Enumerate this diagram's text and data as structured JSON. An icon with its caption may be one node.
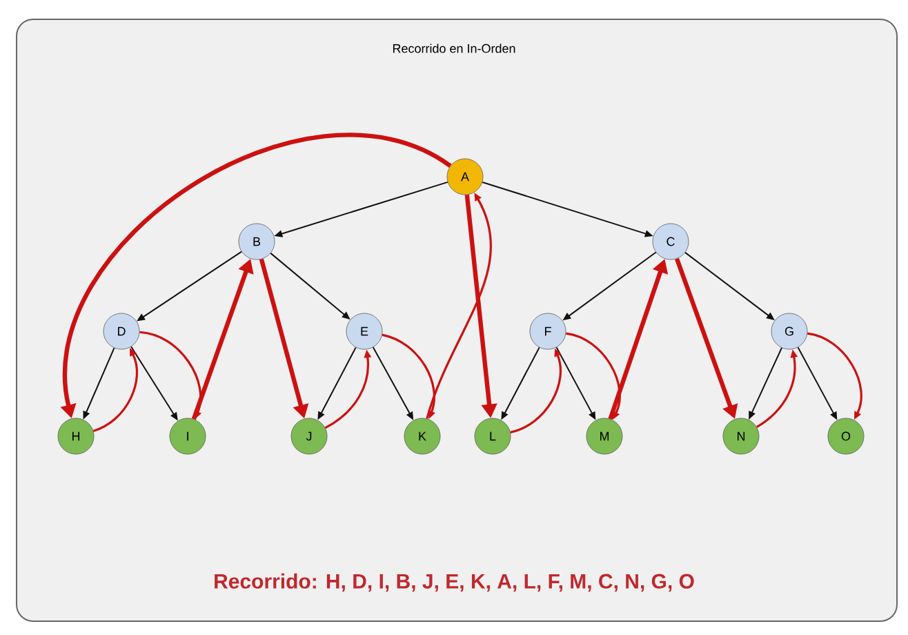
{
  "diagram": {
    "title": "Recorrido en In-Orden",
    "nodes": [
      {
        "text": [
          "A"
        ]
      },
      {
        "text": [
          "B"
        ]
      },
      {
        "text": [
          "C"
        ]
      },
      {
        "text": [
          "D"
        ]
      },
      {
        "text": [
          "E"
        ]
      },
      {
        "text": [
          "F"
        ]
      },
      {
        "text": [
          "G"
        ]
      },
      {
        "text": [
          "H"
        ]
      },
      {
        "text": [
          "I"
        ]
      },
      {
        "text": [
          "J"
        ]
      },
      {
        "text": [
          "K"
        ]
      },
      {
        "text": [
          "L"
        ]
      },
      {
        "text": [
          "M"
        ]
      },
      {
        "text": [
          "N"
        ]
      },
      {
        "text": [
          "O"
        ]
      }
    ],
    "edges": [
      {
        "from": 0,
        "to": 1,
        "arrow": "to",
        "color": "#111111"
      },
      {
        "from": 0,
        "to": 2,
        "arrow": "to",
        "color": "#111111"
      },
      {
        "from": 1,
        "to": 3,
        "arrow": "to",
        "color": "#111111"
      },
      {
        "from": 1,
        "to": 4,
        "arrow": "to",
        "color": "#111111"
      },
      {
        "from": 2,
        "to": 5,
        "arrow": "to",
        "color": "#111111"
      },
      {
        "from": 2,
        "to": 6,
        "arrow": "to",
        "color": "#111111"
      },
      {
        "from": 3,
        "to": 7,
        "arrow": "to",
        "color": "#111111"
      },
      {
        "from": 3,
        "to": 8,
        "arrow": "to",
        "color": "#111111"
      },
      {
        "from": 4,
        "to": 9,
        "arrow": "to",
        "color": "#111111"
      },
      {
        "from": 4,
        "to": 10,
        "arrow": "to",
        "color": "#111111"
      },
      {
        "from": 5,
        "to": 11,
        "arrow": "to",
        "color": "#111111"
      },
      {
        "from": 5,
        "to": 12,
        "arrow": "to",
        "color": "#111111"
      },
      {
        "from": 6,
        "to": 13,
        "arrow": "to",
        "color": "#111111"
      },
      {
        "from": 6,
        "to": 14,
        "arrow": "to",
        "color": "#111111"
      },
      {
        "from": 0,
        "to": 7,
        "arrow": "to",
        "style": "thick",
        "color": "#cc1111"
      },
      {
        "from": 7,
        "to": 3,
        "arrow": "to",
        "color": "#cc1111"
      },
      {
        "from": 3,
        "to": 8,
        "arrow": "to",
        "color": "#cc1111"
      },
      {
        "from": 8,
        "to": 1,
        "arrow": "to",
        "style": "thick",
        "color": "#cc1111"
      },
      {
        "from": 1,
        "to": 9,
        "arrow": "to",
        "style": "thick",
        "color": "#cc1111"
      },
      {
        "from": 9,
        "to": 4,
        "arrow": "to",
        "color": "#cc1111"
      },
      {
        "from": 4,
        "to": 10,
        "arrow": "to",
        "color": "#cc1111"
      },
      {
        "from": 10,
        "to": 0,
        "arrow": "to",
        "color": "#cc1111"
      },
      {
        "from": 0,
        "to": 11,
        "arrow": "to",
        "style": "thick",
        "color": "#cc1111"
      },
      {
        "from": 11,
        "to": 5,
        "arrow": "to",
        "color": "#cc1111"
      },
      {
        "from": 5,
        "to": 12,
        "arrow": "to",
        "color": "#cc1111"
      },
      {
        "from": 12,
        "to": 2,
        "arrow": "to",
        "style": "thick",
        "color": "#cc1111"
      },
      {
        "from": 2,
        "to": 13,
        "arrow": "to",
        "style": "thick",
        "color": "#cc1111"
      },
      {
        "from": 13,
        "to": 6,
        "arrow": "to",
        "color": "#cc1111"
      },
      {
        "from": 6,
        "to": 14,
        "arrow": "to",
        "color": "#cc1111"
      }
    ],
    "labels": [
      "Recorrido: H, D, I, B, J, E, K, A, L, F, M, C, N, G, O"
    ]
  }
}
